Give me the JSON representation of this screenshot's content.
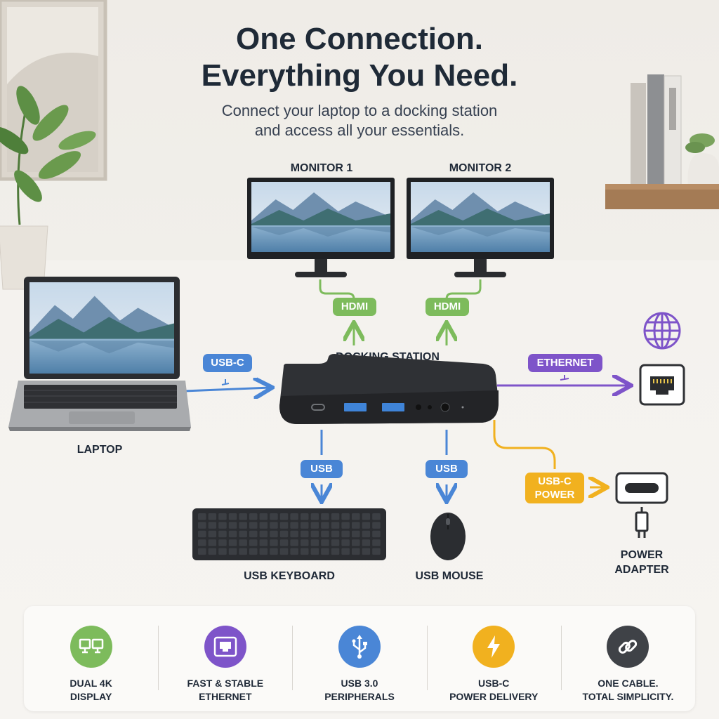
{
  "header": {
    "title_line1": "One Connection.",
    "title_line2": "Everything You Need.",
    "subtitle_line1": "Connect your laptop to a docking station",
    "subtitle_line2": "and access all your essentials."
  },
  "devices": {
    "monitor1": "MONITOR 1",
    "monitor2": "MONITOR 2",
    "laptop": "LAPTOP",
    "dock": "DOCKING STATION",
    "keyboard": "USB KEYBOARD",
    "mouse": "USB MOUSE",
    "power_line1": "POWER",
    "power_line2": "ADAPTER"
  },
  "connections": {
    "hdmi1": "HDMI",
    "hdmi2": "HDMI",
    "usbc": "USB-C",
    "ethernet": "ETHERNET",
    "usb1": "USB",
    "usb2": "USB",
    "power_line1": "USB-C",
    "power_line2": "POWER"
  },
  "features": [
    {
      "label": "DUAL 4K\nDISPLAY",
      "icon": "dual-monitor-icon",
      "color": "#7dbb5c"
    },
    {
      "label": "FAST & STABLE\nETHERNET",
      "icon": "ethernet-port-icon",
      "color": "#7e54c9"
    },
    {
      "label": "USB 3.0\nPERIPHERALS",
      "icon": "usb-icon",
      "color": "#4a86d6"
    },
    {
      "label": "USB-C\nPOWER DELIVERY",
      "icon": "lightning-icon",
      "color": "#f1b11f"
    },
    {
      "label": "ONE CABLE.\nTOTAL SIMPLICITY.",
      "icon": "link-icon",
      "color": "#3f4247"
    }
  ],
  "colors": {
    "hdmi": "#7dbb5c",
    "usb": "#4a86d6",
    "ethernet": "#7e54c9",
    "power": "#f1b11f"
  }
}
